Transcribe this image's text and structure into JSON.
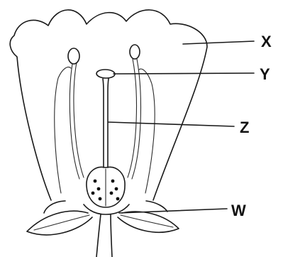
{
  "labels": {
    "x": "X",
    "y": "Y",
    "z": "Z",
    "w": "W"
  }
}
